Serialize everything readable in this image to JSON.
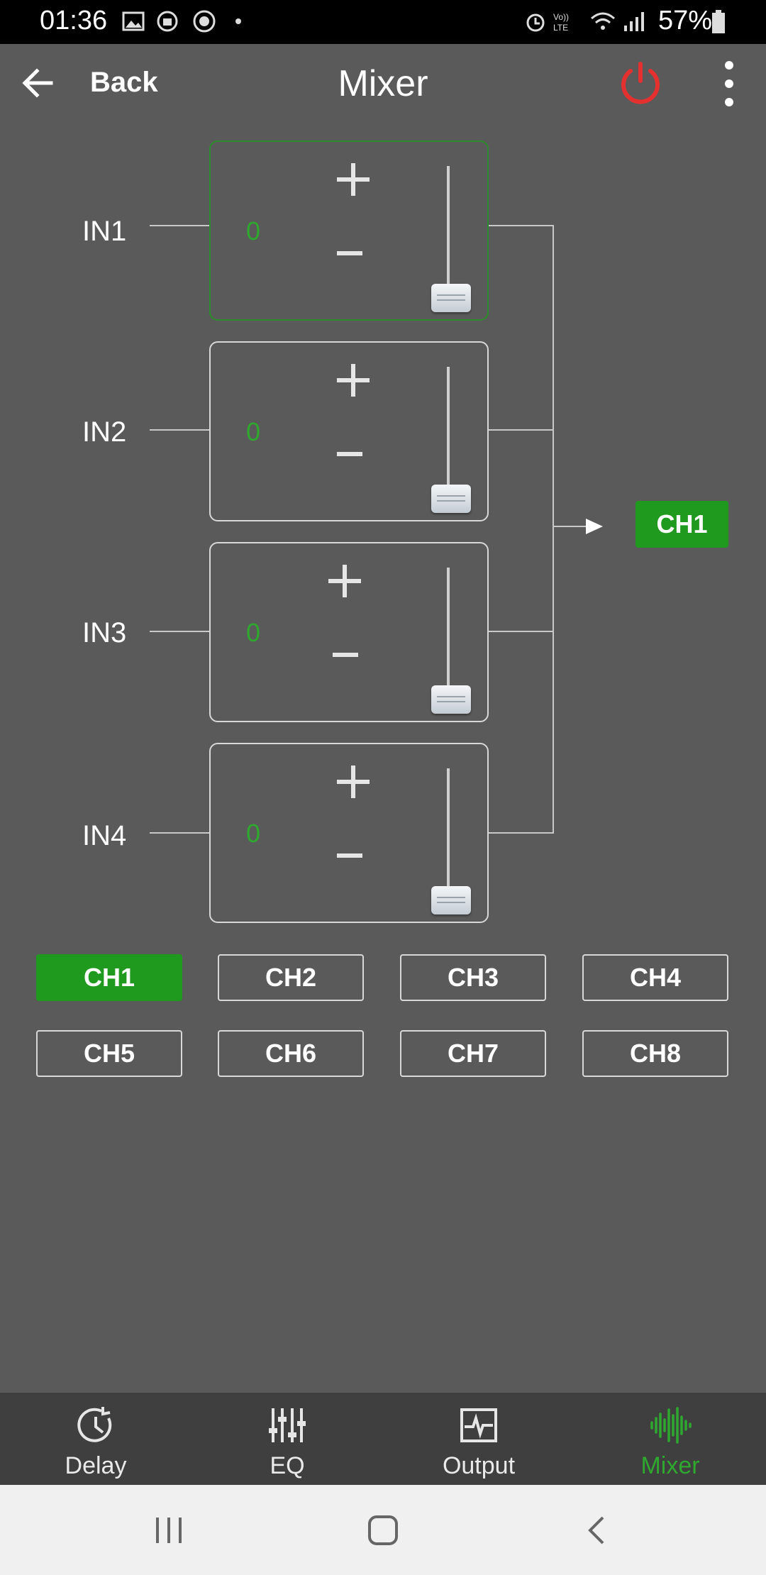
{
  "status_bar": {
    "time": "01:36",
    "battery": "57%"
  },
  "app_bar": {
    "back_label": "Back",
    "title": "Mixer"
  },
  "inputs": [
    {
      "label": "IN1",
      "value": "0",
      "level": 0,
      "active": true
    },
    {
      "label": "IN2",
      "value": "0",
      "level": 0,
      "active": false
    },
    {
      "label": "IN3",
      "value": "0",
      "level": 0,
      "active": false
    },
    {
      "label": "IN4",
      "value": "0",
      "level": 0,
      "active": false
    }
  ],
  "output_channel": "CH1",
  "channels": {
    "selected": "CH1",
    "row1": [
      "CH1",
      "CH2",
      "CH3",
      "CH4"
    ],
    "row2": [
      "CH5",
      "CH6",
      "CH7",
      "CH8"
    ]
  },
  "bottom_nav": [
    {
      "label": "Delay",
      "icon": "clock-icon"
    },
    {
      "label": "EQ",
      "icon": "sliders-icon"
    },
    {
      "label": "Output",
      "icon": "waveform-box-icon"
    },
    {
      "label": "Mixer",
      "icon": "soundwave-icon",
      "active": true
    }
  ],
  "colors": {
    "accent_green": "#1f9a1f",
    "power_red": "#e53030",
    "background": "#5a5a5a"
  }
}
